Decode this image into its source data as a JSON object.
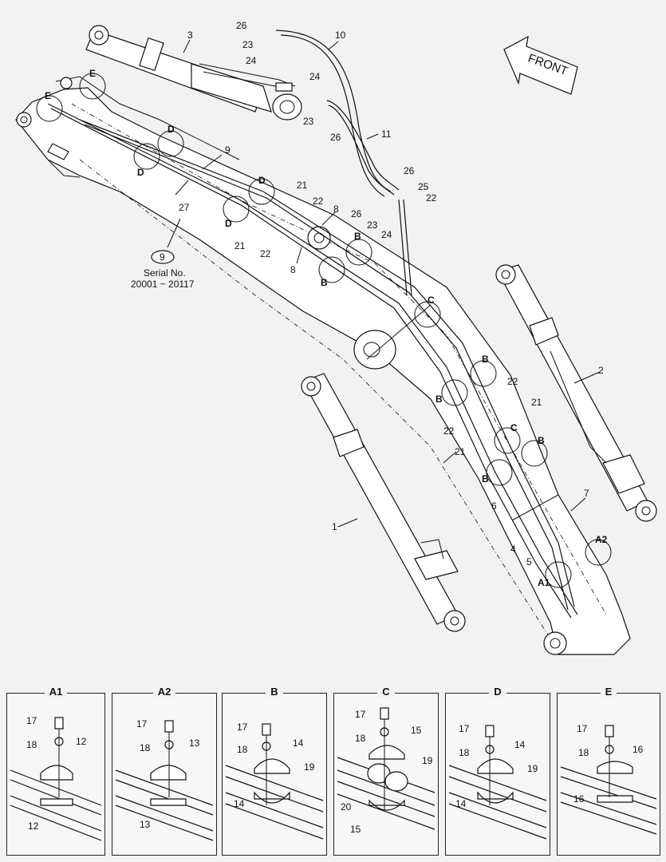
{
  "diagram": {
    "front_label": "FRONT",
    "serial": {
      "ref": "9",
      "line1": "Serial No.",
      "line2": "20001 ~ 20117"
    },
    "callouts": [
      {
        "id": "c1",
        "text": "1"
      },
      {
        "id": "c2",
        "text": "2"
      },
      {
        "id": "c3",
        "text": "3"
      },
      {
        "id": "c4",
        "text": "4"
      },
      {
        "id": "c5",
        "text": "5"
      },
      {
        "id": "c6",
        "text": "6"
      },
      {
        "id": "c7",
        "text": "7"
      },
      {
        "id": "c8a",
        "text": "8"
      },
      {
        "id": "c8b",
        "text": "8"
      },
      {
        "id": "c9",
        "text": "9"
      },
      {
        "id": "c10",
        "text": "10"
      },
      {
        "id": "c11",
        "text": "11"
      },
      {
        "id": "c21a",
        "text": "21"
      },
      {
        "id": "c21b",
        "text": "21"
      },
      {
        "id": "c21c",
        "text": "21"
      },
      {
        "id": "c21d",
        "text": "21"
      },
      {
        "id": "c22a",
        "text": "22"
      },
      {
        "id": "c22b",
        "text": "22"
      },
      {
        "id": "c22c",
        "text": "22"
      },
      {
        "id": "c22d",
        "text": "22"
      },
      {
        "id": "c22e",
        "text": "22"
      },
      {
        "id": "c23a",
        "text": "23"
      },
      {
        "id": "c23b",
        "text": "23"
      },
      {
        "id": "c23c",
        "text": "23"
      },
      {
        "id": "c24a",
        "text": "24"
      },
      {
        "id": "c24b",
        "text": "24"
      },
      {
        "id": "c24c",
        "text": "24"
      },
      {
        "id": "c25",
        "text": "25"
      },
      {
        "id": "c26a",
        "text": "26"
      },
      {
        "id": "c26b",
        "text": "26"
      },
      {
        "id": "c26c",
        "text": "26"
      },
      {
        "id": "c26d",
        "text": "26"
      },
      {
        "id": "c27",
        "text": "27"
      }
    ],
    "clamp_labels": [
      {
        "id": "lE1",
        "text": "E"
      },
      {
        "id": "lE2",
        "text": "E"
      },
      {
        "id": "lD1",
        "text": "D"
      },
      {
        "id": "lD2",
        "text": "D"
      },
      {
        "id": "lD3",
        "text": "D"
      },
      {
        "id": "lD4",
        "text": "D"
      },
      {
        "id": "lB1",
        "text": "B"
      },
      {
        "id": "lB2",
        "text": "B"
      },
      {
        "id": "lB3",
        "text": "B"
      },
      {
        "id": "lB4",
        "text": "B"
      },
      {
        "id": "lB5",
        "text": "B"
      },
      {
        "id": "lB6",
        "text": "B"
      },
      {
        "id": "lC1",
        "text": "C"
      },
      {
        "id": "lC2",
        "text": "C"
      },
      {
        "id": "lA1",
        "text": "A1"
      },
      {
        "id": "lA2",
        "text": "A2"
      }
    ]
  },
  "detail_panels": [
    {
      "title": "A1",
      "labels": [
        {
          "t": "17"
        },
        {
          "t": "18"
        },
        {
          "t": "12"
        },
        {
          "t": "12"
        }
      ]
    },
    {
      "title": "A2",
      "labels": [
        {
          "t": "17"
        },
        {
          "t": "18"
        },
        {
          "t": "13"
        },
        {
          "t": "13"
        }
      ]
    },
    {
      "title": "B",
      "labels": [
        {
          "t": "17"
        },
        {
          "t": "18"
        },
        {
          "t": "14"
        },
        {
          "t": "19"
        },
        {
          "t": "14"
        }
      ]
    },
    {
      "title": "C",
      "labels": [
        {
          "t": "17"
        },
        {
          "t": "18"
        },
        {
          "t": "15"
        },
        {
          "t": "19"
        },
        {
          "t": "20"
        },
        {
          "t": "15"
        }
      ]
    },
    {
      "title": "D",
      "labels": [
        {
          "t": "17"
        },
        {
          "t": "18"
        },
        {
          "t": "14"
        },
        {
          "t": "19"
        },
        {
          "t": "14"
        }
      ]
    },
    {
      "title": "E",
      "labels": [
        {
          "t": "17"
        },
        {
          "t": "18"
        },
        {
          "t": "16"
        },
        {
          "t": "16"
        }
      ]
    }
  ]
}
